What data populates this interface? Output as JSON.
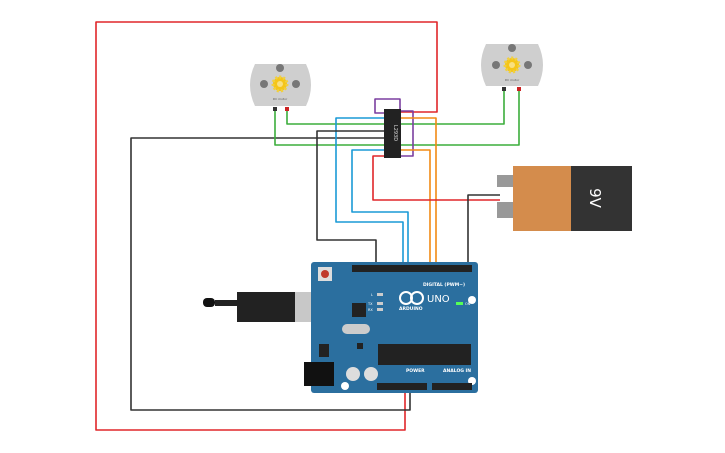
{
  "battery": {
    "label": "9V",
    "colors": {
      "body": "#d48c4c",
      "cap": "#333333"
    }
  },
  "arduino": {
    "brand": "ARDUINO",
    "model": "UNO",
    "digital_header": "DIGITAL (PWM~)",
    "power_header": "POWER",
    "analog_header": "ANALOG IN",
    "led_l": "L",
    "led_tx": "TX",
    "led_rx": "RX",
    "led_on": "ON",
    "color": "#2b6f9f"
  },
  "chip": {
    "label": "L293D"
  },
  "motors": [
    {
      "label": "DC motor"
    },
    {
      "label": "DC motor"
    }
  ],
  "wire_colors": {
    "red": "#e0262a",
    "black": "#333333",
    "green": "#3cad3c",
    "purple": "#7b3fa0",
    "blue": "#1a9ad6",
    "orange": "#f28a14"
  }
}
